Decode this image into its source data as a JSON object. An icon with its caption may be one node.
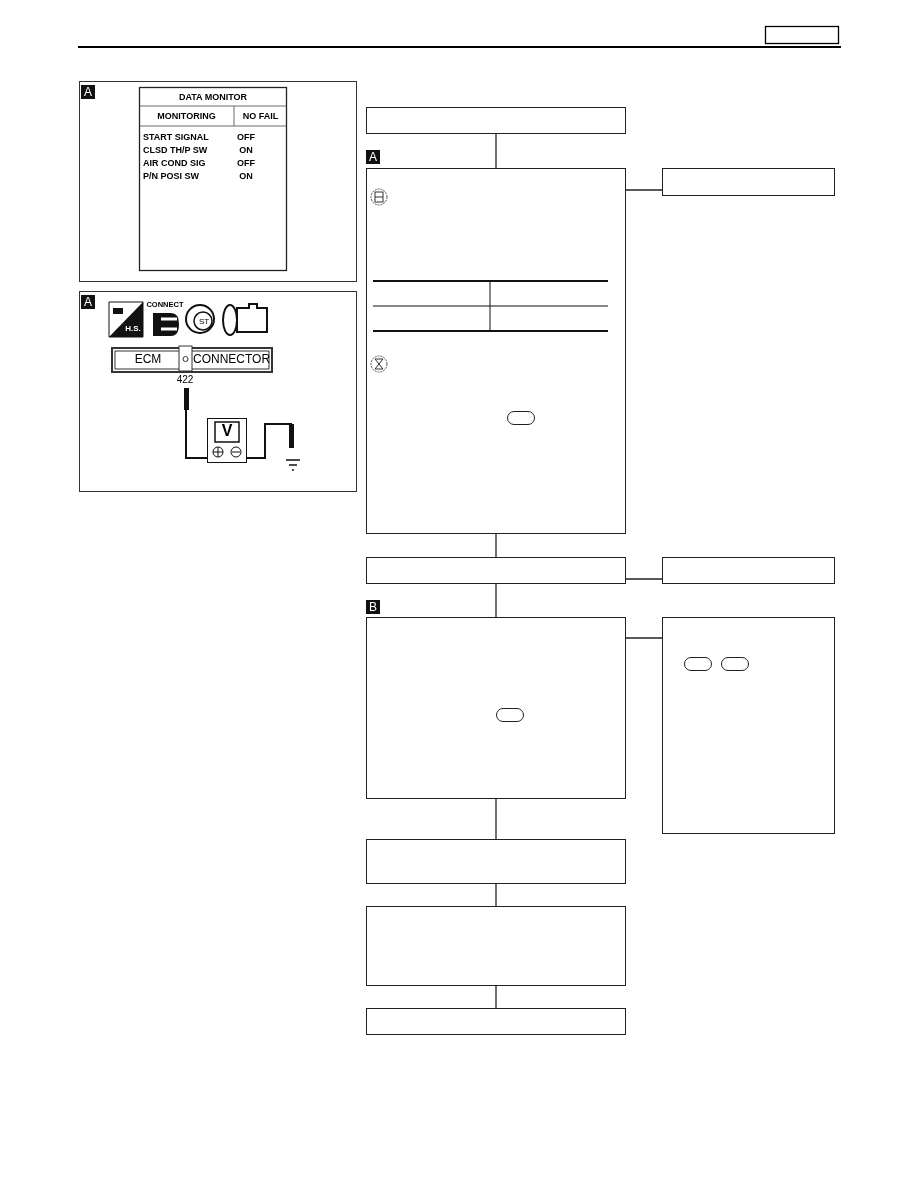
{
  "diagram": {
    "nodes": [
      {
        "text": [],
        "shape": "box"
      },
      {
        "text": [],
        "shape": "box"
      },
      {
        "text": [],
        "shape": "box"
      },
      {
        "text": [],
        "shape": "box"
      },
      {
        "text": [],
        "shape": "box"
      },
      {
        "text": [],
        "shape": "box"
      },
      {
        "text": [],
        "shape": "box"
      },
      {
        "text": [],
        "shape": "box"
      },
      {
        "text": [],
        "shape": "box"
      },
      {
        "text": [],
        "shape": "box"
      }
    ],
    "edges": [
      {
        "from": 0,
        "to": 1,
        "arrow": "none"
      },
      {
        "from": 1,
        "to": 2,
        "arrow": "none"
      },
      {
        "from": 1,
        "to": 3,
        "arrow": "none"
      },
      {
        "from": 3,
        "to": 4,
        "arrow": "none"
      },
      {
        "from": 3,
        "to": 5,
        "arrow": "none"
      },
      {
        "from": 5,
        "to": 6,
        "arrow": "none"
      },
      {
        "from": 5,
        "to": 7,
        "arrow": "none"
      },
      {
        "from": 7,
        "to": 8,
        "arrow": "none"
      },
      {
        "from": 8,
        "to": 9,
        "arrow": "none"
      }
    ],
    "labels": [
      "A",
      "DATA MONITOR",
      "MONITORING",
      "NO FAIL",
      "START SIGNAL",
      "OFF",
      "CLSD TH/P SW",
      "ON",
      "AIR COND SIG",
      "OFF",
      "P/N POSI SW",
      "ON",
      "A",
      "H.S.",
      "CONNECT",
      "ST",
      "ECM",
      "CONNECTOR",
      "422",
      "V",
      "A",
      "B"
    ]
  }
}
